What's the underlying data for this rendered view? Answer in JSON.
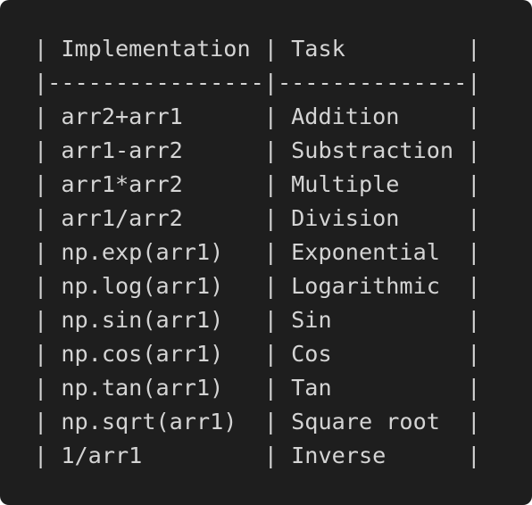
{
  "code_block": {
    "lines": [
      "| Implementation | Task         |",
      "|----------------|--------------|",
      "| arr2+arr1      | Addition     |",
      "| arr1-arr2      | Substraction |",
      "| arr1*arr2      | Multiple     |",
      "| arr1/arr2      | Division     |",
      "| np.exp(arr1)   | Exponential  |",
      "| np.log(arr1)   | Logarithmic  |",
      "| np.sin(arr1)   | Sin          |",
      "| np.cos(arr1)   | Cos          |",
      "| np.tan(arr1)   | Tan          |",
      "| np.sqrt(arr1)  | Square root  |",
      "| 1/arr1         | Inverse      |"
    ]
  },
  "colors": {
    "background": "#1e1e1e",
    "text": "#d4d4d4"
  }
}
